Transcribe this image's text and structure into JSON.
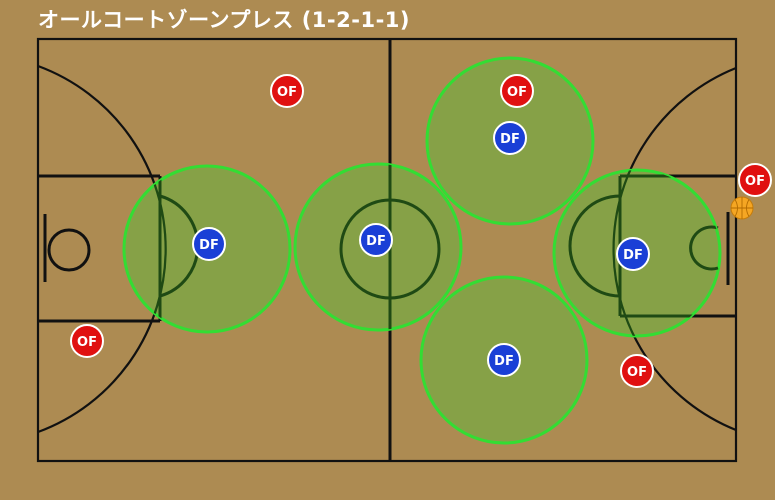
{
  "title": "オールコートゾーンプレス (1-2-1-1)",
  "colors": {
    "background": "#ad8b52",
    "court_line": "#111111",
    "zone_fill": "#7fa445",
    "zone_stroke": "#33dd33",
    "zone_inner_line": "#1f4a14",
    "offense": "#e01010",
    "defense": "#1a3fd6",
    "ball": "#f5a623",
    "marker_border": "#ffffff"
  },
  "players": {
    "offense_label": "OF",
    "defense_label": "DF"
  },
  "ball": {
    "icon": "basketball-icon"
  }
}
